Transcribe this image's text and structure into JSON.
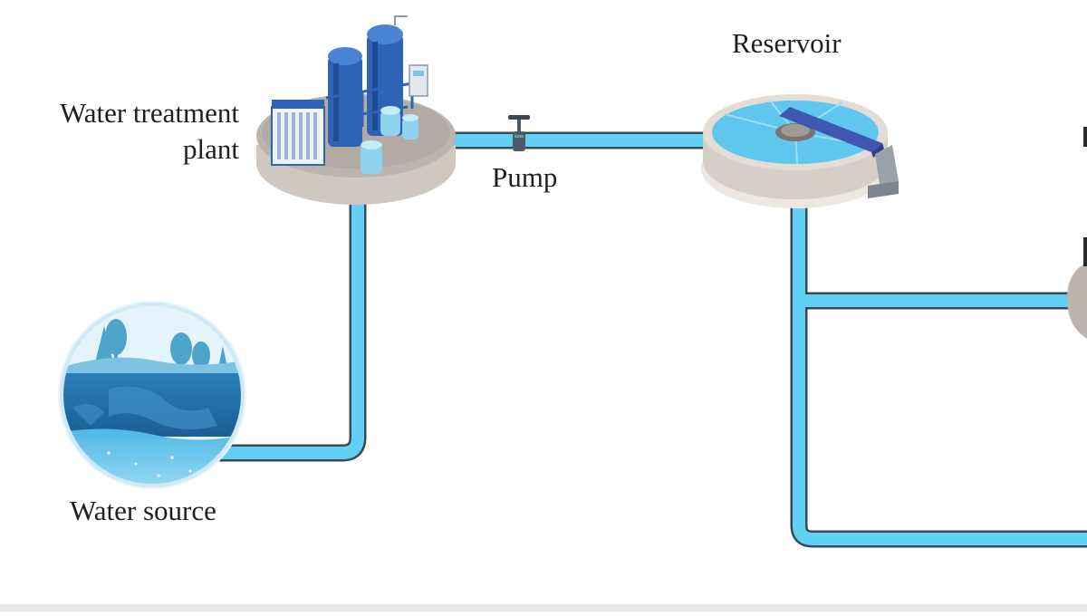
{
  "diagram": {
    "labels": {
      "plant_line1": "Water treatment",
      "plant_line2": "plant",
      "pump": "Pump",
      "reservoir": "Reservoir",
      "source": "Water source"
    },
    "colors": {
      "pipe_fill": "#62d0f3",
      "pipe_outline": "#3a4a55",
      "water_dark": "#1f6fa8",
      "water_light": "#8fd6f0",
      "tank_blue": "#2f63b5",
      "platform": "#d8d2cc",
      "reservoir_water": "#5fc7ee"
    },
    "icons": [
      "treatment-plant-icon",
      "pump-valve-icon",
      "reservoir-icon",
      "water-source-icon"
    ]
  }
}
